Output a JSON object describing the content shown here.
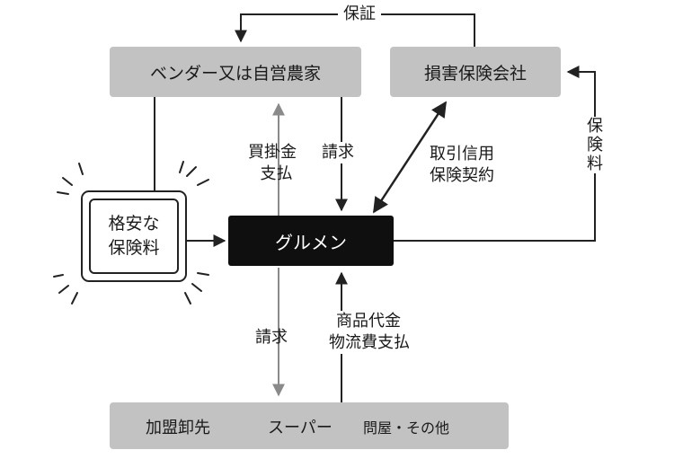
{
  "nodes": {
    "vendor": "ベンダー又は自営農家",
    "insurer": "損害保険会社",
    "gurumen": "グルメン",
    "cheap_insurance": [
      "格安な",
      "保険料"
    ],
    "bottom": {
      "franchise": "加盟卸先",
      "supermarket": "スーパー",
      "wholesale": "問屋・その他"
    }
  },
  "edges": {
    "guarantee": "保証",
    "payable_payment": [
      "買掛金",
      "支払"
    ],
    "invoice_top": "請求",
    "credit_insurance": [
      "取引信用",
      "保険契約"
    ],
    "premium_vertical": [
      "保",
      "険",
      "料"
    ],
    "invoice_bottom": "請求",
    "goods_payment": [
      "商品代金",
      "物流費支払"
    ]
  },
  "colors": {
    "gray_box": "#c2c2c2",
    "black_box": "#0f0f0f",
    "line": "#222222",
    "gray_line": "#8a8a8a"
  }
}
